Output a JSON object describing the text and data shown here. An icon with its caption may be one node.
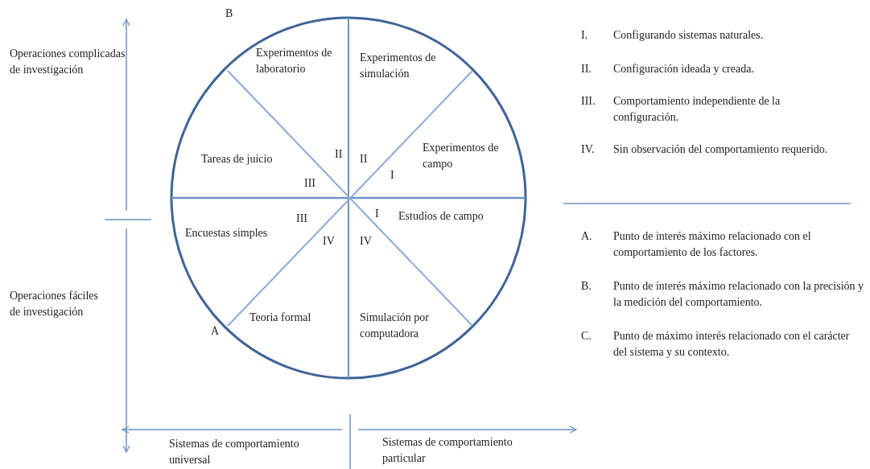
{
  "diagram": {
    "labels": [
      "B",
      "Operaciones complicadas de investigación",
      "Experimentos de laboratorio",
      "Experimentos de simulación",
      "II",
      "II",
      "Tareas de juicio",
      "Experimentos de campo",
      "III",
      "I",
      "III",
      "I",
      "Estudios de campo",
      "Encuestas simples",
      "IV",
      "IV",
      "Operaciones fáciles de investigación",
      "A",
      "Teoria formal",
      "Simulación por computadora",
      "Sistemas de comportamiento universal",
      "Sistemas de comportamiento particular",
      "I.",
      "Configurando sistemas naturales.",
      "II.",
      "Configuración ideada y creada.",
      "III.",
      "Comportamiento independiente de la configuración.",
      "IV.",
      "Sin observación del comportamiento requerido.",
      "A.",
      "Punto de interés máximo relacionado con el comportamiento de los factores.",
      "B.",
      "Punto de interés máximo relacionado con la precisión y la medición del comportamiento.",
      "C.",
      "Punto de máximo interés relacionado con el carácter del sistema y su contexto."
    ]
  }
}
